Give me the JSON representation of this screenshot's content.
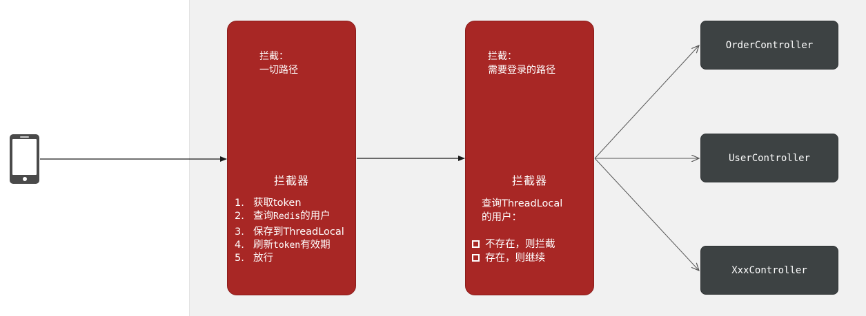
{
  "client_icon": "smartphone-icon",
  "interceptor1": {
    "note": [
      "拦截：",
      "一切路径"
    ],
    "title": "拦截器",
    "steps": [
      {
        "num": "1.",
        "parts": [
          "获取token"
        ]
      },
      {
        "num": "2.",
        "parts": [
          "查询",
          "Redis",
          "的用户"
        ]
      },
      {
        "num": "3.",
        "parts": [
          "保存到ThreadLocal"
        ]
      },
      {
        "num": "4.",
        "parts": [
          "刷新",
          "token",
          "有效期"
        ]
      },
      {
        "num": "5.",
        "parts": [
          "放行"
        ]
      }
    ]
  },
  "interceptor2": {
    "note": [
      "拦截：",
      "需要登录的路径"
    ],
    "title": "拦截器",
    "query": [
      "查询ThreadLocal",
      "的用户："
    ],
    "checks": [
      "不存在，则拦截",
      "存在，则继续"
    ]
  },
  "controllers": [
    "OrderController",
    "UserController",
    "XxxController"
  ],
  "colors": {
    "interceptor_fill": "#a82725",
    "controller_fill": "#3d4243",
    "panel_bg": "#f1f1f1",
    "arrow": "#3a3a3a"
  }
}
